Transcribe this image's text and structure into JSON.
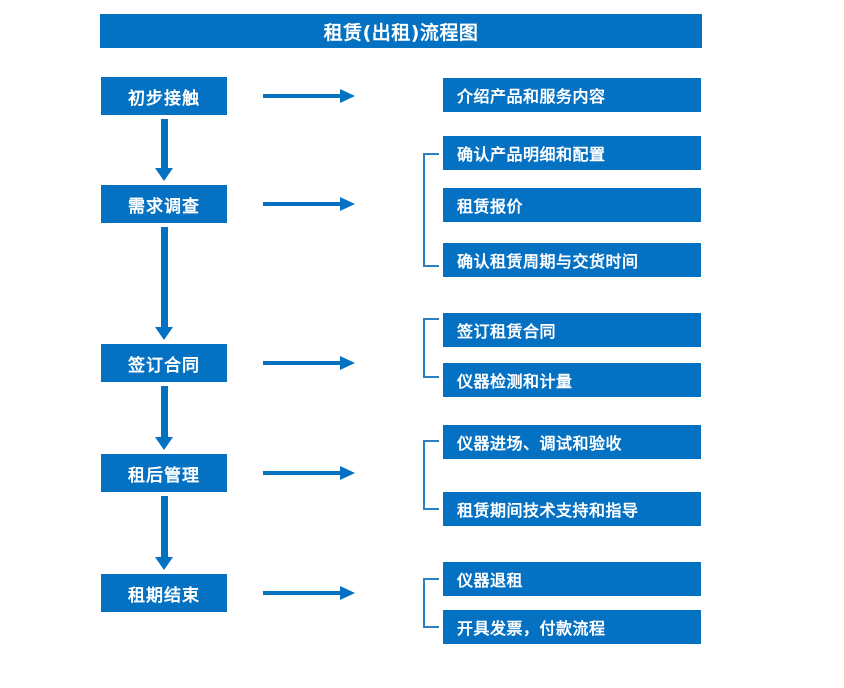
{
  "title": "租赁(出租)流程图",
  "colors": {
    "primary_blue": "#0571c3",
    "bracket_blue": "#2d7fc1",
    "text_on_blue": "#ffffff",
    "background": "#ffffff"
  },
  "stages": [
    {
      "label": "初步接触"
    },
    {
      "label": "需求调查"
    },
    {
      "label": "签订合同"
    },
    {
      "label": "租后管理"
    },
    {
      "label": "租期结束"
    }
  ],
  "details": [
    {
      "label": "介绍产品和服务内容"
    },
    {
      "label": "确认产品明细和配置"
    },
    {
      "label": "租赁报价"
    },
    {
      "label": "确认租赁周期与交货时间"
    },
    {
      "label": "签订租赁合同"
    },
    {
      "label": "仪器检测和计量"
    },
    {
      "label": "仪器进场、调试和验收"
    },
    {
      "label": "租赁期间技术支持和指导"
    },
    {
      "label": "仪器退租"
    },
    {
      "label": "开具发票，付款流程"
    }
  ],
  "arrows": {
    "horizontal_count": 5,
    "vertical_count": 4,
    "direction_horizontal": "right",
    "direction_vertical": "down"
  },
  "brackets": {
    "count": 4,
    "groups": [
      {
        "detail_indices": [
          1,
          2,
          3
        ]
      },
      {
        "detail_indices": [
          4,
          5
        ]
      },
      {
        "detail_indices": [
          6,
          7
        ]
      },
      {
        "detail_indices": [
          8,
          9
        ]
      }
    ]
  },
  "chart_data": {
    "type": "diagram",
    "title": "租赁(出租)流程图",
    "nodes_left": [
      "初步接触",
      "需求调查",
      "签订合同",
      "租后管理",
      "租期结束"
    ],
    "nodes_right_grouped": [
      [
        "介绍产品和服务内容"
      ],
      [
        "确认产品明细和配置",
        "租赁报价",
        "确认租赁周期与交货时间"
      ],
      [
        "签订租赁合同",
        "仪器检测和计量"
      ],
      [
        "仪器进场、调试和验收",
        "租赁期间技术支持和指导"
      ],
      [
        "仪器退租",
        "开具发票，付款流程"
      ]
    ]
  }
}
